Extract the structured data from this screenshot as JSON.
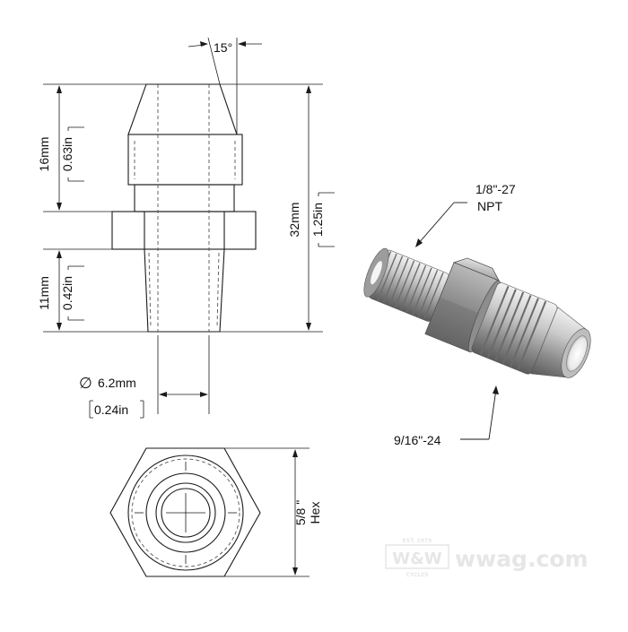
{
  "angle_label": "15°",
  "dims": {
    "top_mm": "16mm",
    "top_in": "0.63in",
    "bottom_mm": "11mm",
    "bottom_in": "0.42in",
    "overall_mm": "32mm",
    "overall_in": "1.25in",
    "diameter_symbol": "∅",
    "bore_mm": "6.2mm",
    "bore_in": "0.24in",
    "hex_size": "5/8 \"",
    "hex_word": "Hex"
  },
  "callouts": {
    "npt_thread": "1/8\"-27",
    "npt_word": "NPT",
    "fine_thread": "9/16\"-24"
  },
  "watermark": {
    "badge": "W&W",
    "site": "wwag.com",
    "est": "EST. 1979",
    "cycles": "CYCLES"
  },
  "colors": {
    "line": "#1a1a1a",
    "dash": "#555555",
    "metal_light": "#e4e4e4",
    "metal_mid": "#a8a8a8",
    "metal_dark": "#5e5e5e",
    "watermark": "#e6e6e6"
  }
}
